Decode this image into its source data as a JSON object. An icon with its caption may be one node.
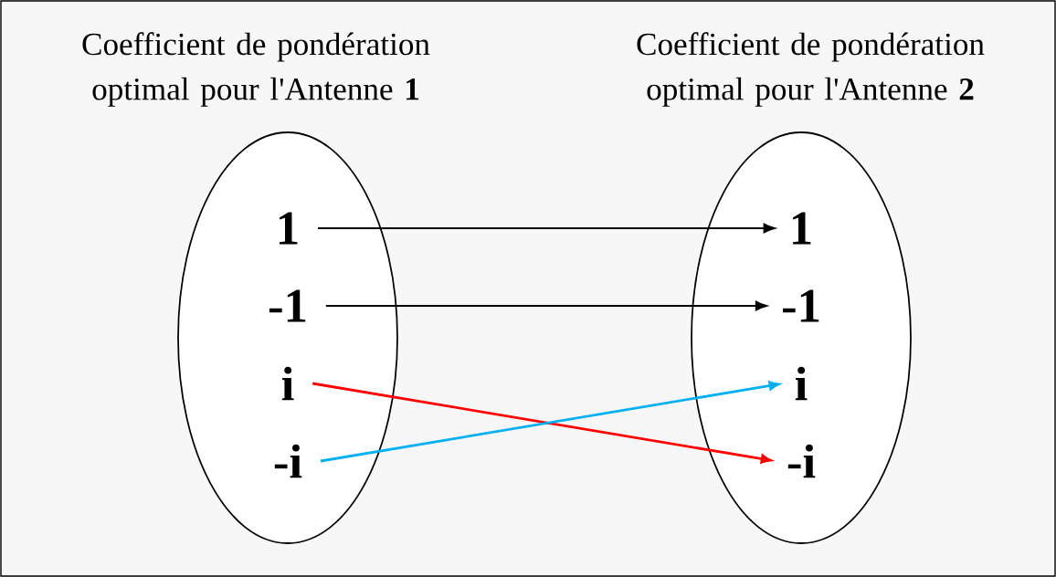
{
  "diagram": {
    "nodes": [
      {
        "text": [
          "Coefficient de pondération optimal pour l'Antenne **1**"
        ]
      },
      {
        "text": [
          "Coefficient de pondération optimal pour l'Antenne **2**"
        ]
      },
      {
        "text": [
          "1"
        ],
        "in": 0
      },
      {
        "text": [
          "-1"
        ],
        "in": 0
      },
      {
        "text": [
          "i"
        ],
        "in": 0
      },
      {
        "text": [
          "-i"
        ],
        "in": 0
      },
      {
        "text": [
          "1"
        ],
        "in": 1
      },
      {
        "text": [
          "-1"
        ],
        "in": 1
      },
      {
        "text": [
          "i"
        ],
        "in": 1
      },
      {
        "text": [
          "-i"
        ],
        "in": 1
      }
    ],
    "edges": [
      {
        "from": 2,
        "to": 6,
        "arrow": "to"
      },
      {
        "from": 3,
        "to": 7,
        "arrow": "to"
      },
      {
        "from": 4,
        "to": 9,
        "arrow": "to",
        "color": "#ff0000"
      },
      {
        "from": 5,
        "to": 8,
        "arrow": "to",
        "color": "#00b0f0"
      }
    ]
  }
}
